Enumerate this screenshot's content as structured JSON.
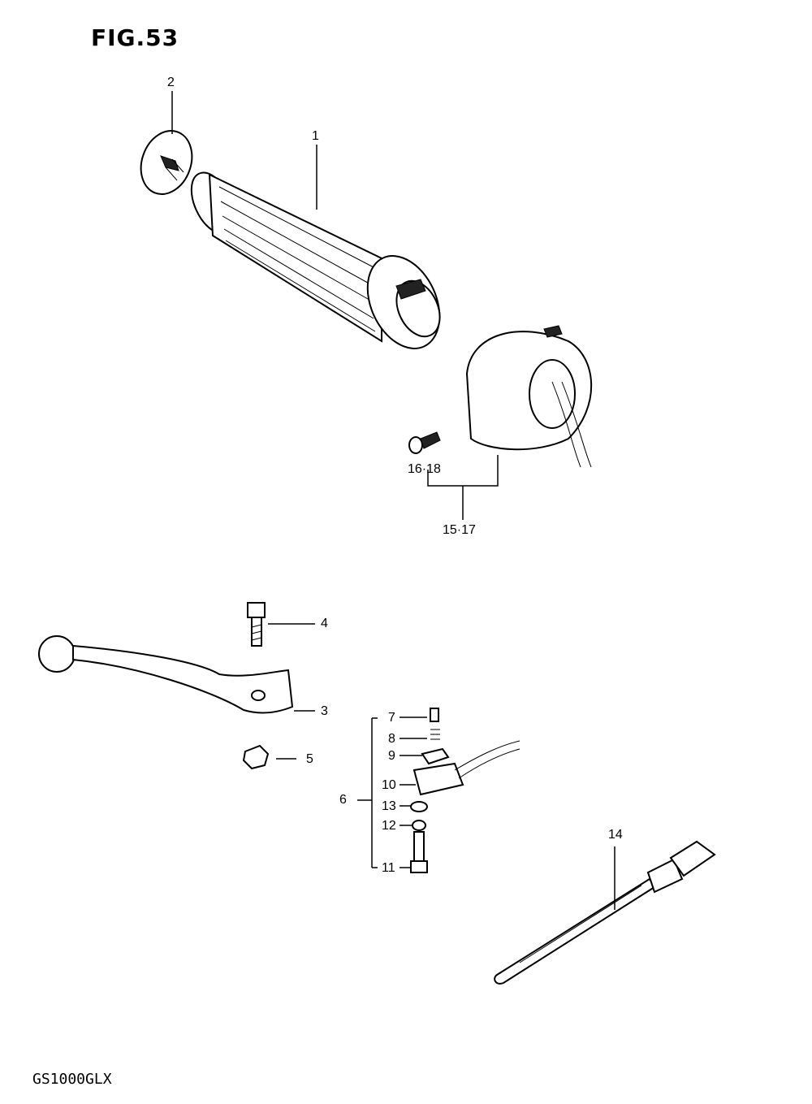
{
  "figure_title": "FIG.53",
  "model_code": "GS1000GLX",
  "callouts": {
    "c1": "1",
    "c2": "2",
    "c3": "3",
    "c4": "4",
    "c5": "5",
    "c6": "6",
    "c7": "7",
    "c8": "8",
    "c9": "9",
    "c10": "10",
    "c11": "11",
    "c12": "12",
    "c13": "13",
    "c14": "14",
    "c15_17": "15·17",
    "c16_18": "16·18"
  }
}
